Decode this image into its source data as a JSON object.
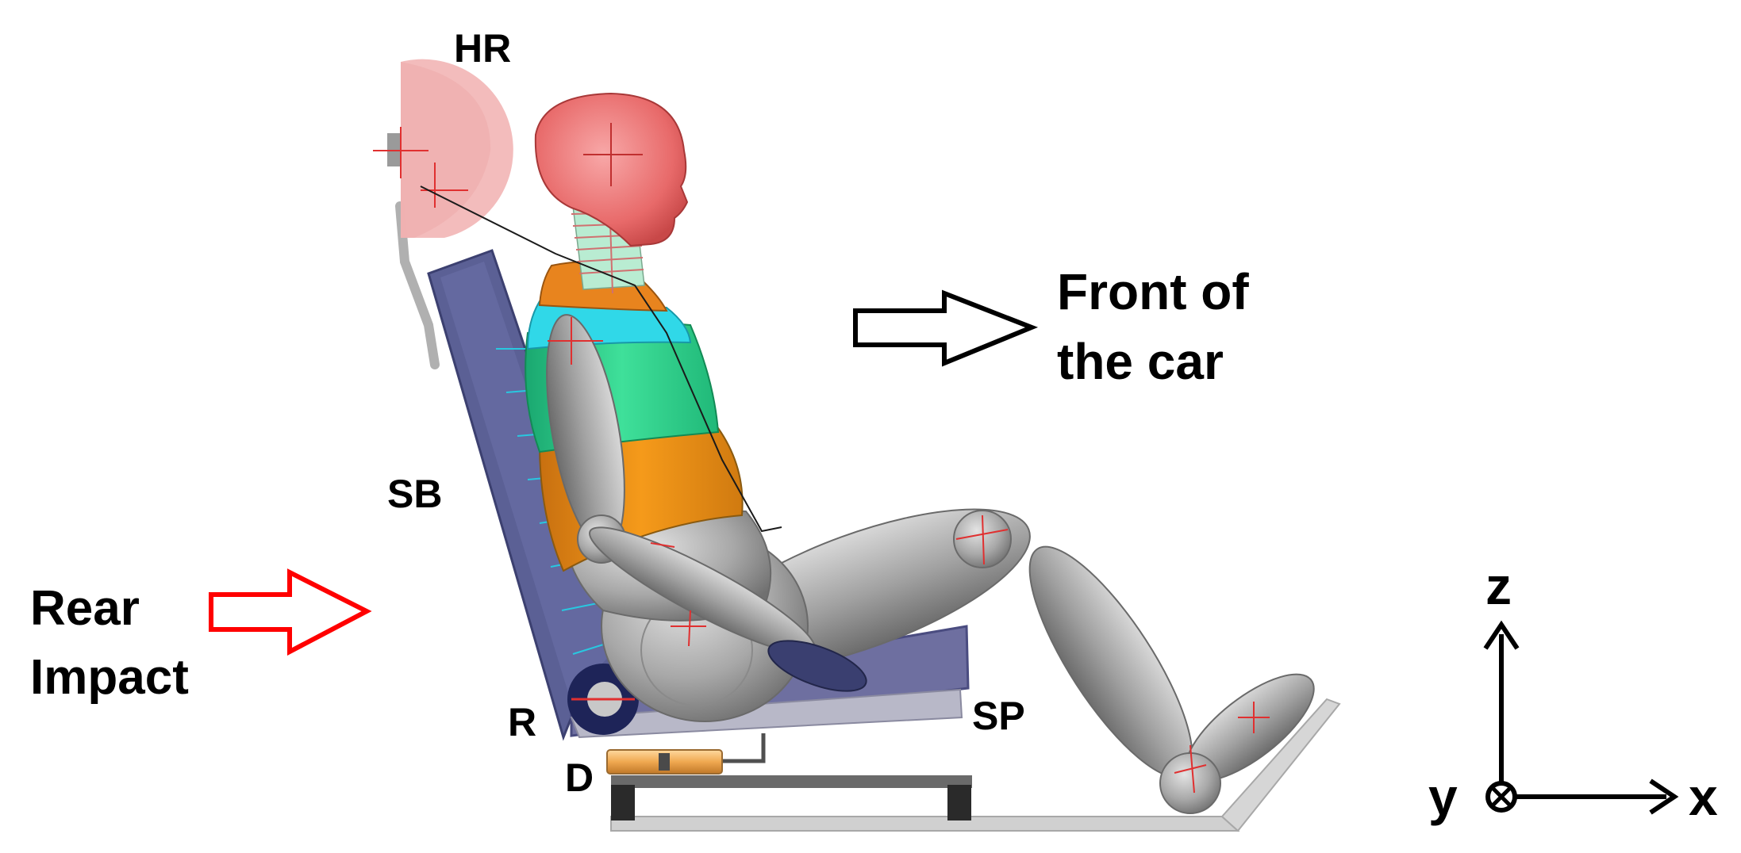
{
  "labels": {
    "headrest": "HR",
    "seat_back": "SB",
    "seat_pan": "SP",
    "recliner": "R",
    "damper": "D",
    "front_line1": "Front of",
    "front_line2": "the car",
    "rear_line1": "Rear",
    "rear_line2": "Impact"
  },
  "axes": {
    "x": "x",
    "y": "y",
    "z": "z"
  },
  "colors": {
    "headrest": "#f2b8b8",
    "head": "#f07a7a",
    "seat": "#5a5f94",
    "seat_pan": "#6e6fa0",
    "torso_green": "#3fe09a",
    "torso_cyan": "#30d8e8",
    "torso_orange": "#f59a1a",
    "torso_upper_orange": "#e8841e",
    "limb_gray": "#a9a9a9",
    "rear_arrow": "#ff0000",
    "front_arrow": "#000000",
    "damper": "#f5b060"
  },
  "icons": {
    "front_arrow": "hollow-right-arrow-icon",
    "rear_arrow": "hollow-right-arrow-icon",
    "y_axis": "circle-cross-icon"
  }
}
